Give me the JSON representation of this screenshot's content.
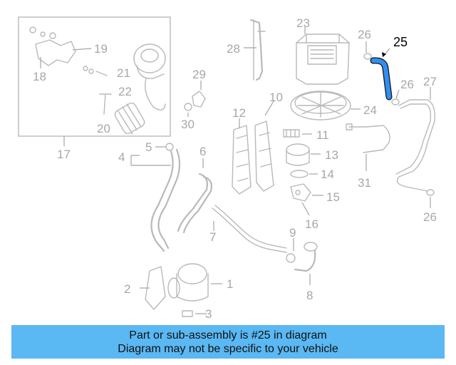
{
  "colors": {
    "highlight_part": "#2f8ff0",
    "banner_bg": "#5ab8f3",
    "linework": "#b9b9b9",
    "callout_text": "#a7a7a7"
  },
  "diagram": {
    "highlighted_callout": "25",
    "callouts": [
      "1",
      "2",
      "3",
      "4",
      "5",
      "6",
      "7",
      "8",
      "9",
      "10",
      "11",
      "12",
      "13",
      "14",
      "15",
      "16",
      "17",
      "18",
      "19",
      "20",
      "21",
      "22",
      "23",
      "24",
      "25",
      "26",
      "27",
      "28",
      "29",
      "30",
      "31"
    ],
    "callout_26_repeat": "26"
  },
  "banner": {
    "line1": "Part or sub-assembly is #25 in diagram",
    "line2": "Diagram may not be specific to your vehicle"
  }
}
